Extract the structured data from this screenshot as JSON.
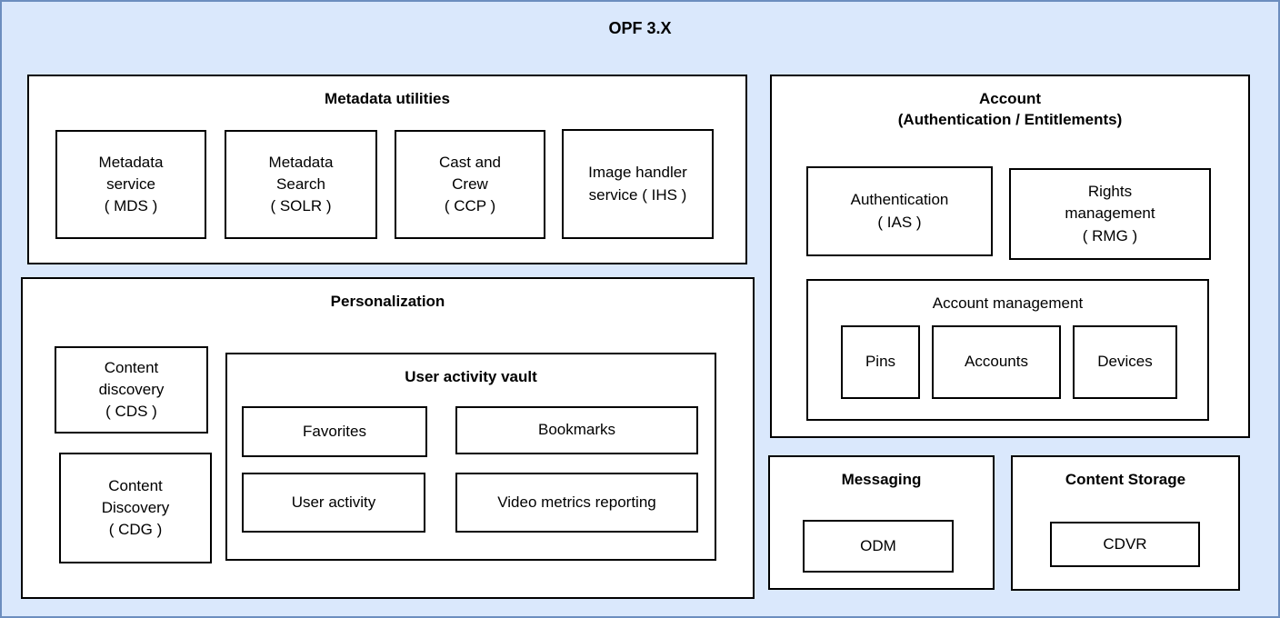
{
  "diagram": {
    "title": "OPF 3.X",
    "colors": {
      "canvas_fill": "#dae8fc",
      "canvas_stroke": "#6c8ebf",
      "box_fill": "#ffffff",
      "box_stroke": "#000000",
      "text": "#000000"
    }
  },
  "sections": {
    "metadata_utilities": {
      "title": "Metadata utilities",
      "items": [
        {
          "label": "Metadata\nservice\n( MDS )"
        },
        {
          "label": "Metadata\nSearch\n( SOLR )"
        },
        {
          "label": "Cast and\nCrew\n( CCP )"
        },
        {
          "label": "Image handler\nservice ( IHS )"
        }
      ]
    },
    "personalization": {
      "title": "Personalization",
      "items": [
        {
          "label": "Content\ndiscovery\n( CDS )"
        },
        {
          "label": "Content\nDiscovery\n( CDG )"
        }
      ],
      "user_activity_vault": {
        "title": "User activity vault",
        "items": [
          {
            "label": "Favorites"
          },
          {
            "label": "Bookmarks"
          },
          {
            "label": "User activity"
          },
          {
            "label": "Video metrics reporting"
          }
        ]
      }
    },
    "account": {
      "title": "Account\n(Authentication / Entitlements)",
      "items": [
        {
          "label": "Authentication\n( IAS )"
        },
        {
          "label": "Rights\nmanagement\n( RMG )"
        }
      ],
      "account_management": {
        "title": "Account management",
        "items": [
          {
            "label": "Pins"
          },
          {
            "label": "Accounts"
          },
          {
            "label": "Devices"
          }
        ]
      }
    },
    "messaging": {
      "title": "Messaging",
      "items": [
        {
          "label": "ODM"
        }
      ]
    },
    "content_storage": {
      "title": "Content Storage",
      "items": [
        {
          "label": "CDVR"
        }
      ]
    }
  }
}
